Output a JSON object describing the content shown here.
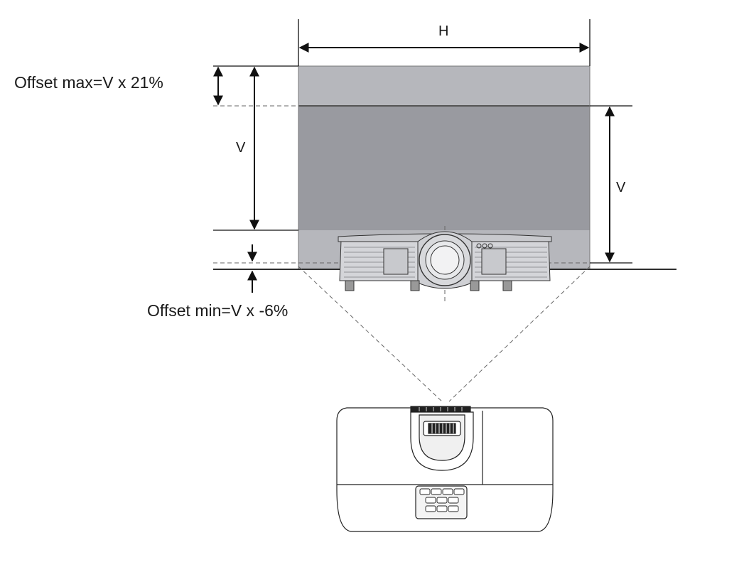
{
  "labels": {
    "width": "H",
    "height_left": "V",
    "height_right": "V",
    "offset_max": "Offset max=V x 21%",
    "offset_min": "Offset min=V x -6%"
  },
  "colors": {
    "image_main": "#999aa0",
    "image_band": "#b6b7bc",
    "line": "#111111",
    "dash": "#666666"
  }
}
